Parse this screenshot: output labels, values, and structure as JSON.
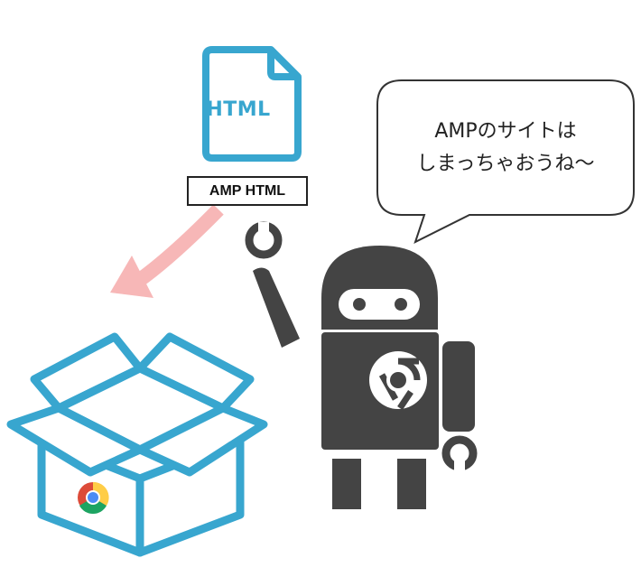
{
  "file_icon": {
    "label": "HTML",
    "color": "#38a6cf"
  },
  "amp_label": "AMP HTML",
  "speech": {
    "lines": [
      "AMPのサイトは",
      "しまっちゃおうね〜"
    ]
  },
  "colors": {
    "box": "#38a6cf",
    "robot": "#444444",
    "arrow": "#f7b7b7",
    "bubble_border": "#333333"
  },
  "icons": [
    "html-file-icon",
    "down-left-arrow-icon",
    "open-box-icon",
    "chrome-logo-icon",
    "robot-icon",
    "speech-bubble"
  ]
}
